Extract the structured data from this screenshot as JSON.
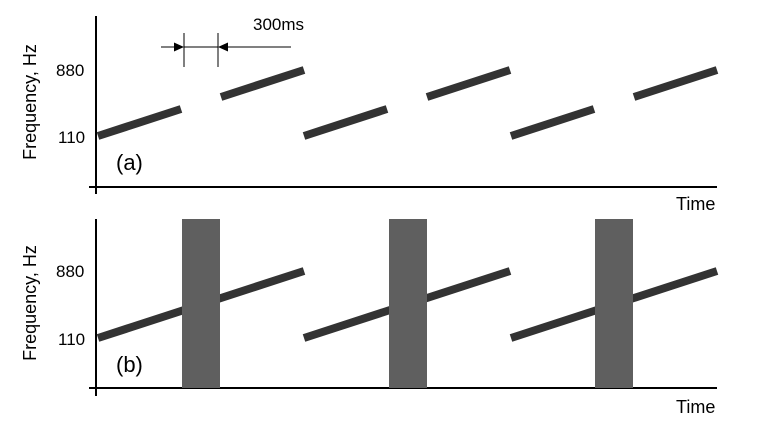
{
  "annotation": {
    "duration_label": "300ms"
  },
  "panels": [
    {
      "id": "a",
      "panel_label": "(a)",
      "ylabel": "Frequency, Hz",
      "xlabel": "Time",
      "y_ticks": [
        "880",
        "110"
      ]
    },
    {
      "id": "b",
      "panel_label": "(b)",
      "ylabel": "Frequency, Hz",
      "xlabel": "Time",
      "y_ticks": [
        "880",
        "110"
      ]
    }
  ],
  "colors": {
    "sweep": "#333333",
    "gap_bar": "#5f5f5f",
    "axis": "#000000"
  }
}
